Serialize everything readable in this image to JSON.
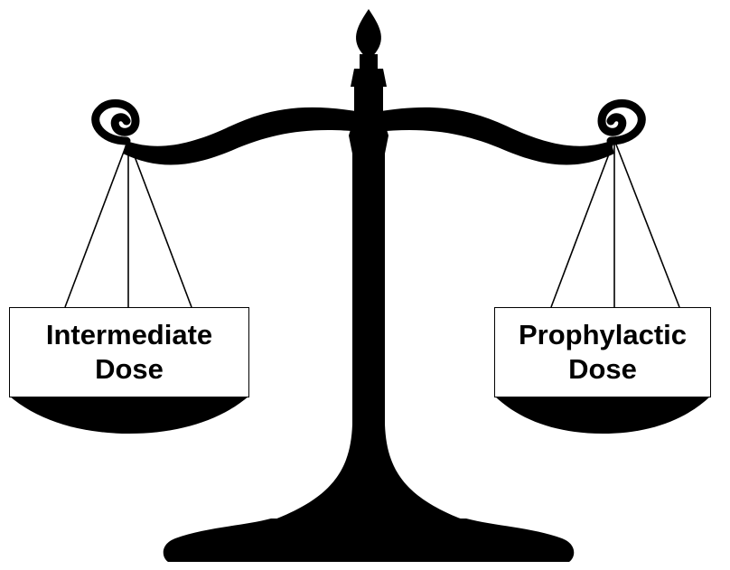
{
  "scale": {
    "left_pan": {
      "line1": "Intermediate",
      "line2": "Dose"
    },
    "right_pan": {
      "line1": "Prophylactic",
      "line2": "Dose"
    },
    "color": "#000000"
  }
}
